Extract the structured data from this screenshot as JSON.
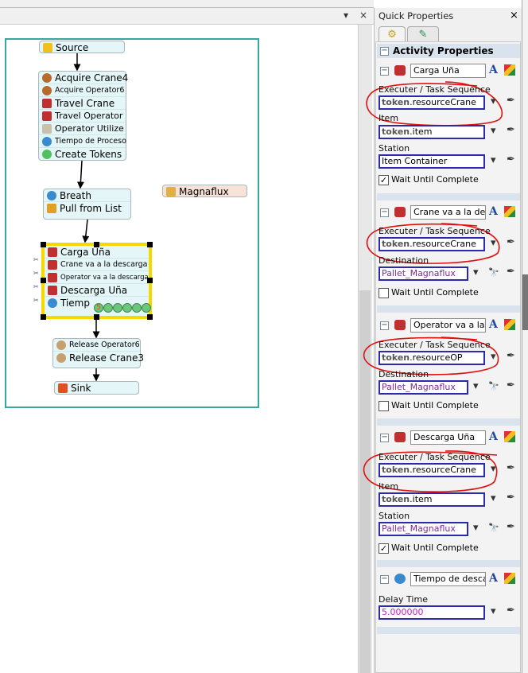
{
  "window": {
    "dropdown_glyph": "▾",
    "close_glyph": "×"
  },
  "flow": {
    "source": "Source",
    "block1": [
      "Acquire Crane4",
      "Acquire Operator6",
      "Travel Crane",
      "Travel Operator",
      "Operator Utilize",
      "Tiempo de Proceso",
      "Create Tokens"
    ],
    "block2": [
      "Breath",
      "Pull from List"
    ],
    "magnaflux": "Magnaflux",
    "selected_block": [
      "Carga Uña",
      "Crane va a la descarga",
      "Operator va a la descarga",
      "Descarga Uña",
      "Tiemp"
    ],
    "token_count": "5",
    "block4": [
      "Release Operator6",
      "Release Crane3"
    ],
    "sink": "Sink"
  },
  "quick_properties": {
    "title": "Quick Properties",
    "close": "×",
    "section_title": "Activity Properties",
    "activities": [
      {
        "name": "Carga Uña",
        "fields": [
          {
            "label": "Executer / Task Sequence",
            "bold": "token",
            "value": ".resourceCrane"
          },
          {
            "label": "Item",
            "bold": "token",
            "value": ".item"
          },
          {
            "label": "Station",
            "bold": "",
            "value": "Item Container"
          }
        ],
        "wait": {
          "label": "Wait Until Complete",
          "checked": true
        }
      },
      {
        "name": "Crane va a la desc",
        "fields": [
          {
            "label": "Executer / Task Sequence",
            "bold": "token",
            "value": ".resourceCrane"
          },
          {
            "label": "Destination",
            "bold": "",
            "value": "Pallet_Magnaflux",
            "color": "purple"
          }
        ],
        "wait": {
          "label": "Wait Until Complete",
          "checked": false
        }
      },
      {
        "name": "Operator va a la d",
        "fields": [
          {
            "label": "Executer / Task Sequence",
            "bold": "token",
            "value": ".resourceOP"
          },
          {
            "label": "Destination",
            "bold": "",
            "value": "Pallet_Magnaflux",
            "color": "purple"
          }
        ],
        "wait": {
          "label": "Wait Until Complete",
          "checked": false
        }
      },
      {
        "name": "Descarga Uña",
        "fields": [
          {
            "label": "Executer / Task Sequence",
            "bold": "token",
            "value": ".resourceCrane"
          },
          {
            "label": "Item",
            "bold": "token",
            "value": ".item"
          },
          {
            "label": "Station",
            "bold": "",
            "value": "Pallet_Magnaflux",
            "color": "purple"
          }
        ],
        "wait": {
          "label": "Wait Until Complete",
          "checked": true
        }
      },
      {
        "name": "Tiempo de descarg",
        "fields": [
          {
            "label": "Delay Time",
            "bold": "",
            "value": "5.000000",
            "color": "mag"
          }
        ]
      }
    ]
  },
  "colors": {
    "teal": "#3aa6a0",
    "selection": "#f5d800",
    "node": "#e4f6f8",
    "annotation": "#e01010"
  }
}
